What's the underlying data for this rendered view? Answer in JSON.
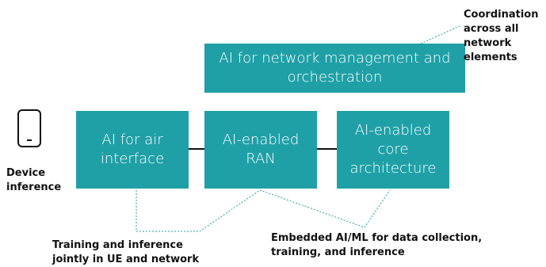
{
  "boxes": {
    "mgmt": "AI for network management and orchestration",
    "air": "AI for air interface",
    "ran": "AI-enabled RAN",
    "core": "AI-enabled core architecture"
  },
  "labels": {
    "coordination": "Coordination across all network elements",
    "device": "Device inference",
    "training": "Training and inference jointly in UE and network",
    "embedded": "Embedded AI/ML for data collection, training, and inference"
  },
  "colors": {
    "box_fill": "#1fa0a7",
    "dash": "#1fa0a7"
  },
  "icons": {
    "device": "smartphone-icon"
  }
}
